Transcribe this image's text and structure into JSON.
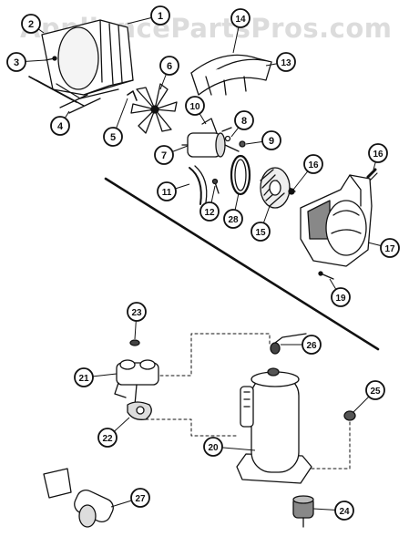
{
  "watermark": "AppliancePartsPros.com",
  "callouts": [
    {
      "id": "1",
      "label": "1"
    },
    {
      "id": "2",
      "label": "2"
    },
    {
      "id": "3",
      "label": "3"
    },
    {
      "id": "4",
      "label": "4"
    },
    {
      "id": "5",
      "label": "5"
    },
    {
      "id": "6",
      "label": "6"
    },
    {
      "id": "7",
      "label": "7"
    },
    {
      "id": "8",
      "label": "8"
    },
    {
      "id": "9",
      "label": "9"
    },
    {
      "id": "10",
      "label": "10"
    },
    {
      "id": "11",
      "label": "11"
    },
    {
      "id": "12",
      "label": "12"
    },
    {
      "id": "13",
      "label": "13"
    },
    {
      "id": "14",
      "label": "14"
    },
    {
      "id": "15",
      "label": "15"
    },
    {
      "id": "16a",
      "label": "16"
    },
    {
      "id": "16b",
      "label": "16"
    },
    {
      "id": "17",
      "label": "17"
    },
    {
      "id": "19",
      "label": "19"
    },
    {
      "id": "20",
      "label": "20"
    },
    {
      "id": "21",
      "label": "21"
    },
    {
      "id": "22",
      "label": "22"
    },
    {
      "id": "23",
      "label": "23"
    },
    {
      "id": "24",
      "label": "24"
    },
    {
      "id": "25",
      "label": "25"
    },
    {
      "id": "26",
      "label": "26"
    },
    {
      "id": "27",
      "label": "27"
    },
    {
      "id": "28",
      "label": "28"
    }
  ]
}
